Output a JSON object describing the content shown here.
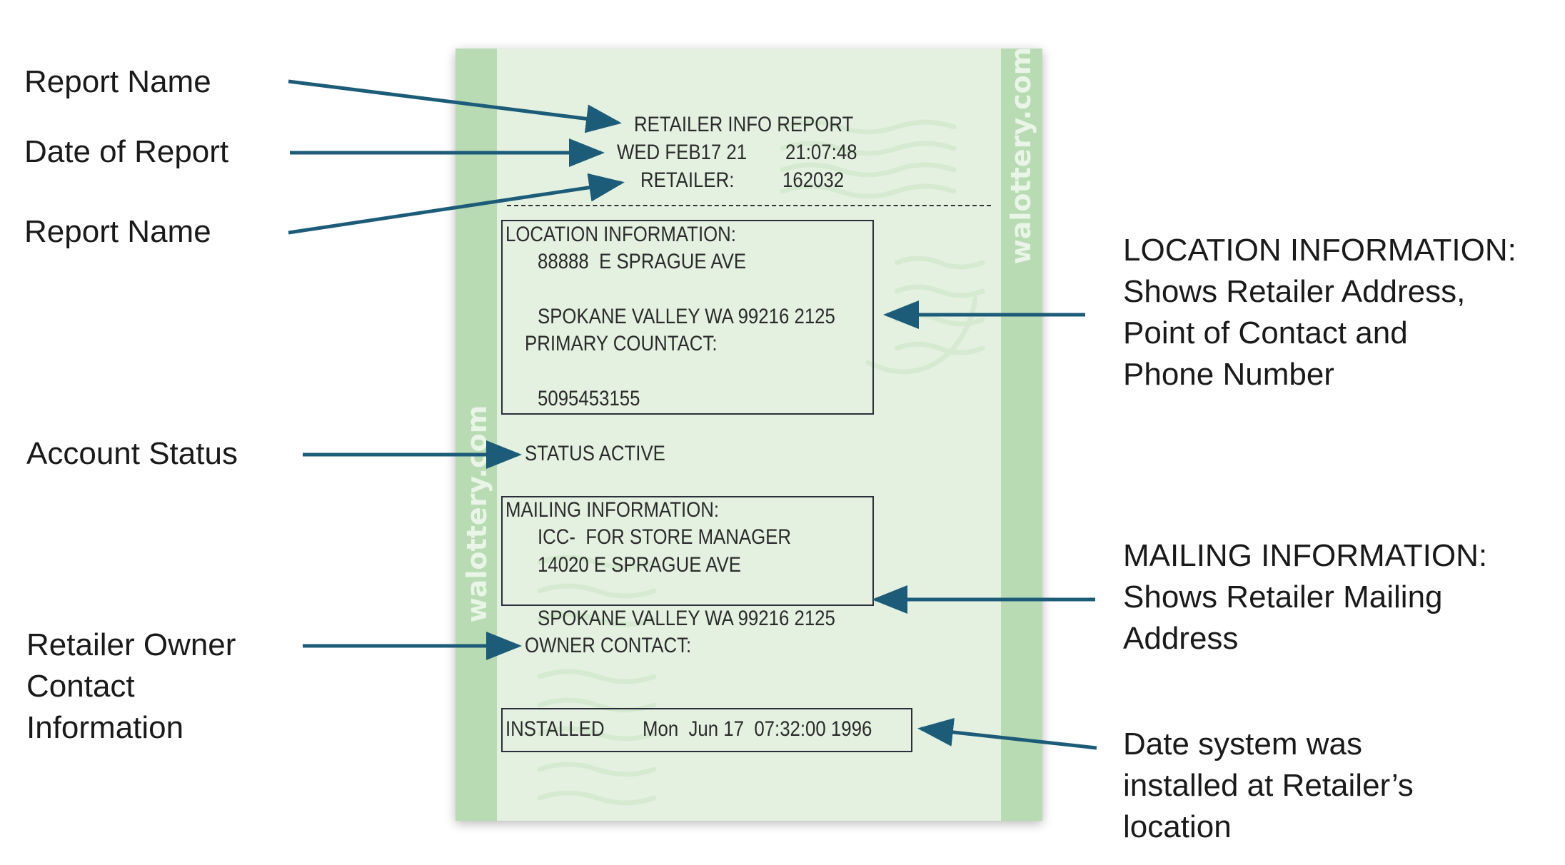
{
  "labels": {
    "report_name_1": "Report Name",
    "date_of_report": "Date of Report",
    "report_name_2": "Report Name",
    "account_status": "Account Status",
    "owner_contact": [
      "Retailer Owner",
      "Contact",
      "Information"
    ],
    "location_info": [
      "LOCATION INFORMATION:",
      "Shows Retailer Address,",
      "Point of Contact and",
      "Phone Number"
    ],
    "mailing_info": [
      "MAILING INFORMATION:",
      "Shows Retailer Mailing",
      "Address"
    ],
    "install_date": [
      "Date system was",
      "installed at Retailer’s",
      "location"
    ]
  },
  "receipt": {
    "watermark": "walottery.com",
    "title": "RETAILER INFO REPORT",
    "date": "WED FEB17 21",
    "time": "21:07:48",
    "retailer_label": "RETAILER:",
    "retailer_id": "162032",
    "location": {
      "header": "LOCATION INFORMATION:",
      "street": "88888  E SPRAGUE AVE",
      "city": "SPOKANE VALLEY WA 99216 2125",
      "contact_label": "PRIMARY COUNTACT:",
      "phone": "5095453155"
    },
    "status": "STATUS ACTIVE",
    "mailing": {
      "header": "MAILING INFORMATION:",
      "line1": "ICC-  FOR STORE MANAGER",
      "line2": "14020 E SPRAGUE AVE",
      "city": "SPOKANE VALLEY WA 99216 2125"
    },
    "owner_contact": "OWNER CONTACT:",
    "installed_label": "INSTALLED",
    "installed_date": "Mon  Jun 17  07:32:00 1996"
  },
  "colors": {
    "arrow": "#1c5c78",
    "paper": "#e4f1e1",
    "band": "#b8dbb4",
    "box_border": "#2a2f3a"
  }
}
